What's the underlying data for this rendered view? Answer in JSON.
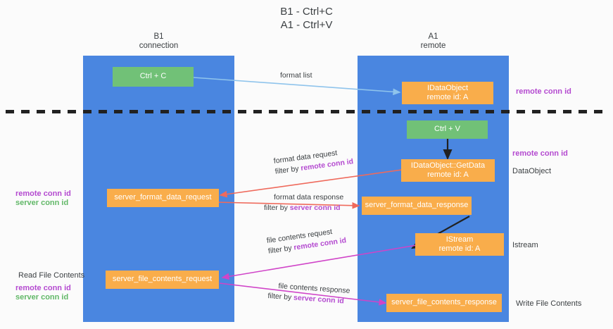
{
  "title": {
    "line1": "B1 - Ctrl+C",
    "line2": "A1 - Ctrl+V"
  },
  "columns": [
    {
      "name": "b1",
      "title": "B1",
      "subtitle": "connection"
    },
    {
      "name": "a1",
      "title": "A1",
      "subtitle": "remote"
    }
  ],
  "nodes": {
    "ctrl_c": {
      "label": "Ctrl + C"
    },
    "idataobject_top": {
      "line1": "IDataObject",
      "line2": "remote id: A"
    },
    "ctrl_v": {
      "label": "Ctrl + V"
    },
    "getdata": {
      "line1": "IDataObject::GetData",
      "line2": "remote id: A"
    },
    "server_format_data_request": {
      "label": "server_format_data_request"
    },
    "server_format_data_response": {
      "label": "server_format_data_response"
    },
    "istream": {
      "line1": "IStream",
      "line2": "remote id: A"
    },
    "server_file_contents_request": {
      "label": "server_file_contents_request"
    },
    "server_file_contents_response": {
      "label": "server_file_contents_response"
    }
  },
  "edges": {
    "format_list": {
      "label": "format list"
    },
    "format_data_request": {
      "line1": "format data request",
      "filter_prefix": "filter by ",
      "filter_key": "remote conn id"
    },
    "format_data_response": {
      "line1": "format data response",
      "filter_prefix": "filter by ",
      "filter_key": "server conn id"
    },
    "file_contents_request": {
      "line1": "file contents request",
      "filter_prefix": "filter by ",
      "filter_key": "remote conn id"
    },
    "file_contents_response": {
      "line1": "file contents response",
      "filter_prefix": "filter by ",
      "filter_key": "server conn id"
    }
  },
  "annotations": {
    "right_remote_conn_id_top": "remote conn id",
    "right_remote_conn_id_mid": "remote conn id",
    "right_dataobject": "DataObject",
    "right_istream": "Istream",
    "right_write_file_contents": "Write File Contents",
    "left_remote_conn_id": "remote conn id",
    "left_server_conn_id": "server conn id",
    "left_read_file_contents": "Read File Contents",
    "left_bottom_remote_conn_id": "remote conn id",
    "left_bottom_server_conn_id": "server conn id"
  },
  "colors": {
    "column": "#4a86e0",
    "node_green": "#71c177",
    "node_orange": "#f9ad4b",
    "purple": "#b44ad0",
    "green_text": "#62b868",
    "arrow_blue": "#8fc4ec",
    "arrow_red": "#ef6a5c",
    "arrow_magenta": "#d044c8",
    "arrow_black": "#212121"
  }
}
